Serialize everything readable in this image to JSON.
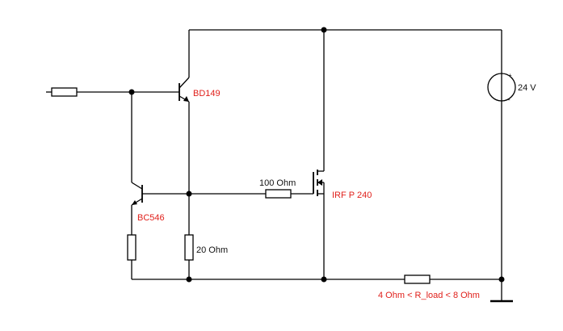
{
  "labels": {
    "transistor_top": "BD149",
    "transistor_bottom": "BC546",
    "mosfet": "IRF P 240",
    "gate_resistor": "100  Ohm",
    "emitter_resistor": "20  Ohm",
    "load_resistor": "4 Ohm < R_load < 8 Ohm",
    "supply_voltage": "24 V",
    "supply_plus": "+",
    "supply_minus": "-"
  },
  "colors": {
    "component_label": "#e0201b",
    "value_label": "#111111",
    "wire": "#000000"
  }
}
